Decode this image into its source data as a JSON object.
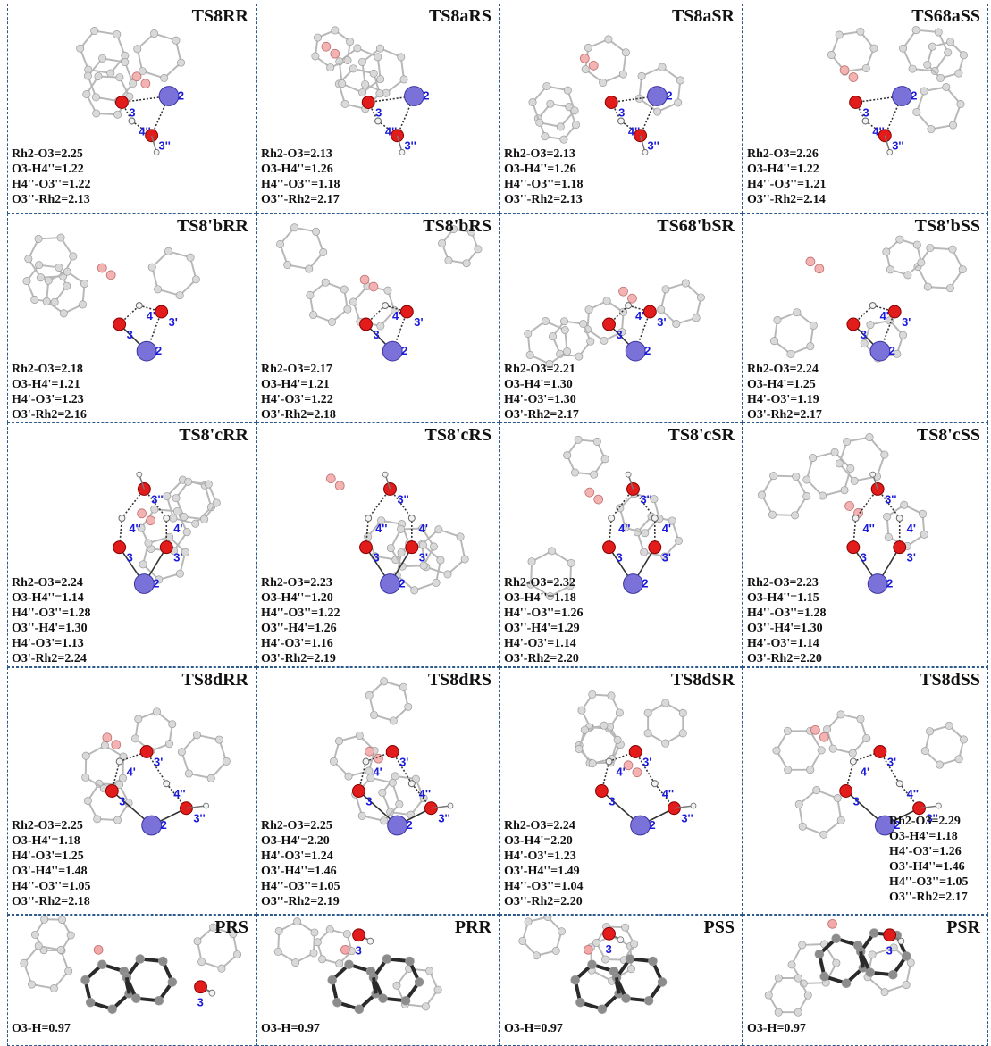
{
  "colors": {
    "rhodium": "#7b72d9",
    "oxygen": "#e21b1b",
    "hydrogen": "#f2f2f2",
    "carbon_light": "#d9d9d9",
    "carbon_dark": "#8c8c8c",
    "label_blue": "#1a1adf",
    "border": "#2d5a8c"
  },
  "rows": [
    {
      "cells": [
        {
          "title": "TS8RR",
          "lines": [
            "Rh2-O3=2.25",
            "O3-H4''=1.22",
            "H4''-O3''=1.22",
            "O3''-Rh2=2.13"
          ],
          "atoms": [
            "3",
            "2",
            "4''",
            "3''"
          ]
        },
        {
          "title": "TS8aRS",
          "lines": [
            "Rh2-O3=2.13",
            "O3-H4''=1.26",
            "H4''-O3''=1.18",
            "O3''-Rh2=2.17"
          ],
          "atoms": [
            "3",
            "2",
            "4''",
            "3''"
          ]
        },
        {
          "title": "TS8aSR",
          "lines": [
            "Rh2-O3=2.13",
            "O3-H4''=1.26",
            "H4''-O3''=1.18",
            "O3''-Rh2=2.13"
          ],
          "atoms": [
            "3",
            "2",
            "4''",
            "3''"
          ]
        },
        {
          "title": "TS68aSS",
          "lines": [
            "Rh2-O3=2.26",
            "O3-H4''=1.22",
            "H4''-O3''=1.21",
            "O3''-Rh2=2.14"
          ],
          "atoms": [
            "3",
            "2",
            "4''",
            "3''"
          ]
        }
      ]
    },
    {
      "cells": [
        {
          "title": "TS8'bRR",
          "lines": [
            "Rh2-O3=2.18",
            "O3-H4'=1.21",
            "H4'-O3'=1.23",
            "O3'-Rh2=2.16"
          ],
          "atoms": [
            "3",
            "4'",
            "3'",
            "2"
          ]
        },
        {
          "title": "TS8'bRS",
          "lines": [
            "Rh2-O3=2.17",
            "O3-H4'=1.21",
            "H4'-O3'=1.22",
            "O3'-Rh2=2.18"
          ],
          "atoms": [
            "3",
            "4'",
            "3'",
            "2"
          ]
        },
        {
          "title": "TS68'bSR",
          "lines": [
            "Rh2-O3=2.21",
            "O3-H4'=1.30",
            "H4'-O3'=1.30",
            "O3'-Rh2=2.17"
          ],
          "atoms": [
            "3",
            "4'",
            "3'",
            "2"
          ]
        },
        {
          "title": "TS8'bSS",
          "lines": [
            "Rh2-O3=2.24",
            "O3-H4'=1.25",
            "H4'-O3'=1.19",
            "O3'-Rh2=2.17"
          ],
          "atoms": [
            "3",
            "4'",
            "3'",
            "2"
          ]
        }
      ]
    },
    {
      "cells": [
        {
          "title": "TS8'cRR",
          "lines": [
            "Rh2-O3=2.24",
            "O3-H4''=1.14",
            "H4''-O3''=1.28",
            "O3''-H4'=1.30",
            "H4'-O3'=1.13",
            "O3'-Rh2=2.24"
          ],
          "atoms": [
            "3''",
            "4''",
            "4'",
            "3",
            "3'",
            "2"
          ]
        },
        {
          "title": "TS8'cRS",
          "lines": [
            "Rh2-O3=2.23",
            "O3-H4''=1.20",
            "H4''-O3''=1.22",
            "O3''-H4'=1.26",
            "H4'-O3'=1.16",
            "O3'-Rh2=2.19"
          ],
          "atoms": [
            "3''",
            "4''",
            "4'",
            "3",
            "3'",
            "2"
          ]
        },
        {
          "title": "TS8'cSR",
          "lines": [
            "Rh2-O3=2.32",
            "O3-H4''=1.18",
            "H4''-O3''=1.26",
            "O3''-H4'=1.29",
            "H4'-O3'=1.14",
            "O3'-Rh2=2.20"
          ],
          "atoms": [
            "3''",
            "4''",
            "4'",
            "3",
            "3'",
            "2"
          ]
        },
        {
          "title": "TS8'cSS",
          "lines": [
            "Rh2-O3=2.23",
            "O3-H4''=1.15",
            "H4''-O3''=1.28",
            "O3''-H4'=1.30",
            "H4'-O3'=1.14",
            "O3'-Rh2=2.20"
          ],
          "atoms": [
            "3''",
            "4''",
            "4'",
            "3",
            "3'",
            "2"
          ]
        }
      ]
    },
    {
      "cells": [
        {
          "title": "TS8dRR",
          "lines": [
            "Rh2-O3=2.25",
            "O3-H4'=1.18",
            "H4'-O3'=1.25",
            "O3'-H4''=1.48",
            "H4''-O3''=1.05",
            "O3''-Rh2=2.18"
          ],
          "atoms": [
            "4'",
            "3'",
            "4''",
            "3",
            "3''",
            "2"
          ]
        },
        {
          "title": "TS8dRS",
          "lines": [
            "Rh2-O3=2.25",
            "O3-H4'=2.20",
            "H4'-O3'=1.24",
            "O3'-H4''=1.46",
            "H4''-O3''=1.05",
            "O3''-Rh2=2.19"
          ],
          "atoms": [
            "4'",
            "3'",
            "4''",
            "3",
            "3''",
            "2"
          ]
        },
        {
          "title": "TS8dSR",
          "lines": [
            "Rh2-O3=2.24",
            "O3-H4'=2.20",
            "H4'-O3'=1.23",
            "O3'-H4''=1.49",
            "H4''-O3''=1.04",
            "O3''-Rh2=2.20"
          ],
          "atoms": [
            "4'",
            "3'",
            "4''",
            "3",
            "3''",
            "2"
          ]
        },
        {
          "title": "TS8dSS",
          "lines": [
            "Rh2-O3=2.29",
            "O3-H4'=1.18",
            "H4'-O3'=1.26",
            "O3'-H4''=1.46",
            "H4''-O3''=1.05",
            "O3''-Rh2=2.17"
          ],
          "atoms": [
            "4'",
            "3'",
            "4''",
            "3",
            "3''",
            "2"
          ]
        }
      ]
    },
    {
      "cells": [
        {
          "title": "PRS",
          "lines": [
            "O3-H=0.97"
          ],
          "atoms": [
            "3"
          ]
        },
        {
          "title": "PRR",
          "lines": [
            "O3-H=0.97"
          ],
          "atoms": [
            "3"
          ]
        },
        {
          "title": "PSS",
          "lines": [
            "O3-H=0.97"
          ],
          "atoms": [
            "3"
          ]
        },
        {
          "title": "PSR",
          "lines": [
            "O3-H=0.97"
          ],
          "atoms": [
            "3"
          ]
        }
      ]
    }
  ]
}
